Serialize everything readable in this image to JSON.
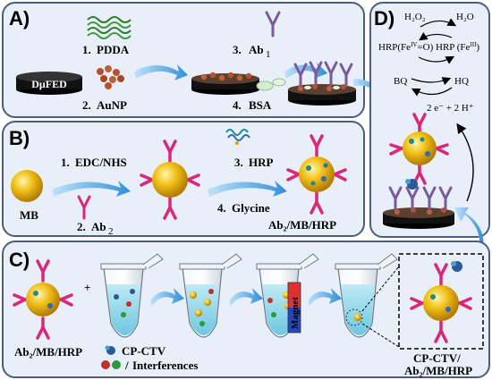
{
  "panels": {
    "a": {
      "label": "A)",
      "electrode_label": "DμFED",
      "steps": [
        {
          "num": "1.",
          "text": "PDDA"
        },
        {
          "num": "2.",
          "text": "AuNP"
        },
        {
          "num": "3.",
          "text": "Ab",
          "sub": "1"
        },
        {
          "num": "4.",
          "text": "BSA"
        }
      ]
    },
    "b": {
      "label": "B)",
      "mb_label": "MB",
      "steps": [
        {
          "num": "1.",
          "text": "EDC/NHS"
        },
        {
          "num": "2.",
          "text": "Ab",
          "sub": "2"
        },
        {
          "num": "3.",
          "text": "HRP"
        },
        {
          "num": "4.",
          "text": "Glycine"
        }
      ],
      "product_label": "Ab₂/MB/HRP"
    },
    "c": {
      "label": "C)",
      "reagent_label": "Ab₂/MB/HRP",
      "plus": "+",
      "target_label": "CP-CTV",
      "interferences_label": "Interferences",
      "magnet_label": "Magnet",
      "complex_label_line1": "CP-CTV/",
      "complex_label_line2": "Ab₂/MB/HRP"
    },
    "d": {
      "label": "D)",
      "h2o2": "H₂O₂",
      "h2o": "H₂O",
      "hrp_left": "HRP(Fe",
      "hrp_left_sup": "IV",
      "hrp_left_end": "=O)",
      "hrp_right": "HRP (Fe",
      "hrp_right_sup": "III",
      "hrp_right_end": ")",
      "bq": "BQ",
      "hq": "HQ",
      "electron": "2 e⁻ + 2 H⁺"
    }
  },
  "colors": {
    "panel_fill": "#e8eff8",
    "panel_stroke": "#4a5d7a",
    "gold": "#f2c21a",
    "antibody": "#d9277a",
    "arrow": "#4aa3e8",
    "electrode": "#111111"
  }
}
